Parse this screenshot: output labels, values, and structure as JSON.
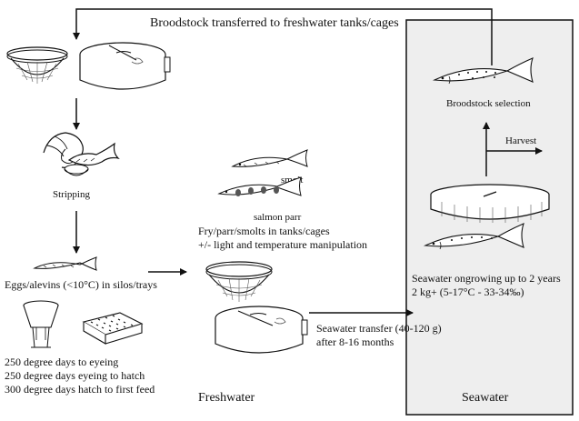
{
  "diagram": {
    "top_arrow_label": "Broodstock transferred to freshwater tanks/cages",
    "broodstock_selection": "Broodstock selection",
    "harvest": "Harvest",
    "stripping": "Stripping",
    "smolt": "smolt",
    "salmon_parr": "salmon parr",
    "fry_line1": "Fry/parr/smolts in tanks/cages",
    "fry_line2": "+/- light and temperature manipulation",
    "eggs_alevins": "Eggs/alevins (<10°C) in silos/trays",
    "degree_days_1": "250 degree days to eyeing",
    "degree_days_2": "250 degree days eyeing to hatch",
    "degree_days_3": "300 degree days hatch to first feed",
    "seawater_ongrowing_1": "Seawater ongrowing up to 2 years",
    "seawater_ongrowing_2": "2 kg+ (5-17°C - 33-34‰)",
    "transfer_1": "Seawater transfer (40-120 g)",
    "transfer_2": "after 8-16 months",
    "freshwater_label": "Freshwater",
    "seawater_label": "Seawater"
  }
}
